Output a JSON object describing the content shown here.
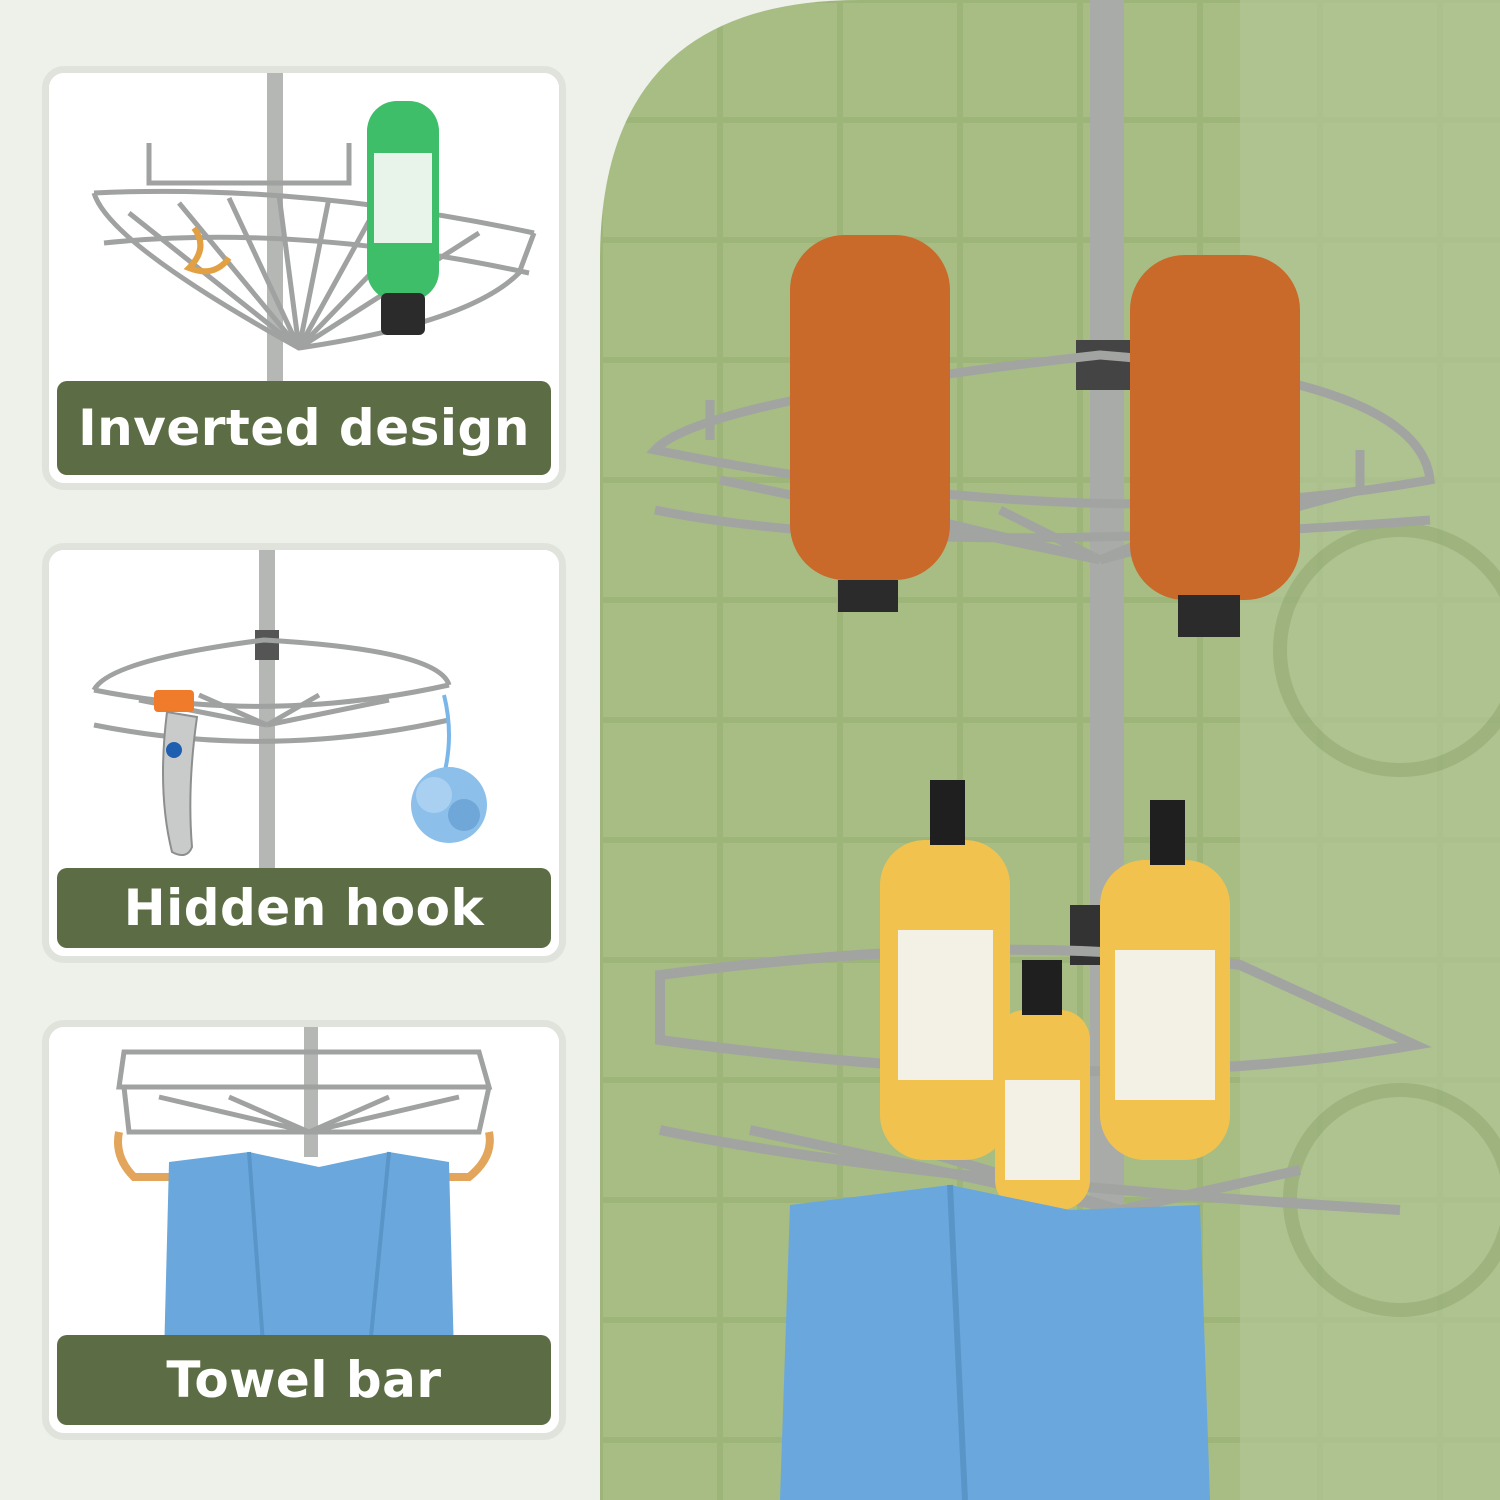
{
  "features": [
    {
      "label": "Inverted design"
    },
    {
      "label": "Hidden hook"
    },
    {
      "label": "Towel bar"
    }
  ],
  "colors": {
    "label_background": "#5c6d45",
    "card_border": "#dfe3dc",
    "tile_green": "#9eb57a",
    "metal": "#a7a9a6",
    "bottle_amber": "#c96a2a",
    "bottle_yellow": "#f2c24e",
    "towel_blue": "#6aa7dc"
  },
  "icons": [
    "shower-caddy-pole-icon",
    "bottle-icon",
    "razor-icon",
    "loofah-icon",
    "towel-icon"
  ]
}
